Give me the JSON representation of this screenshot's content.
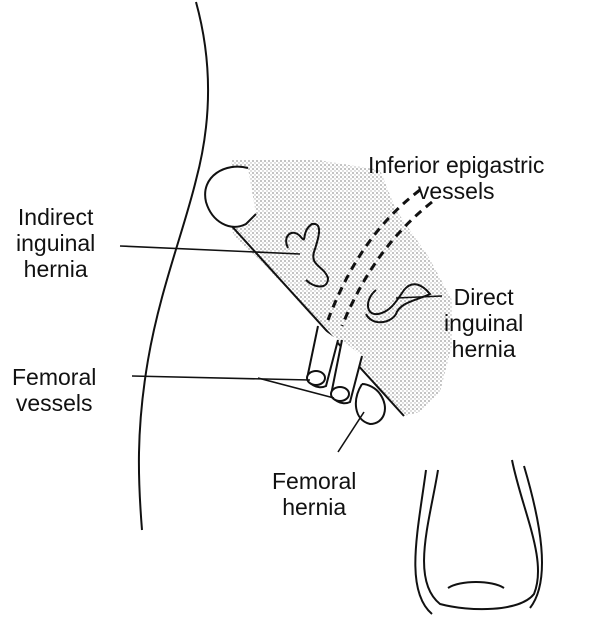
{
  "labels": {
    "inferior_epigastric": [
      "Inferior epigastric",
      "vessels"
    ],
    "indirect_inguinal": [
      "Indirect",
      "inguinal",
      "hernia"
    ],
    "direct_inguinal": [
      "Direct",
      "inguinal",
      "hernia"
    ],
    "femoral_vessels": [
      "Femoral",
      "vessels"
    ],
    "femoral_hernia": [
      "Femoral",
      "hernia"
    ]
  },
  "colors": {
    "ink": "#111111",
    "stipple": "#9a9a9a",
    "background": "#ffffff"
  }
}
